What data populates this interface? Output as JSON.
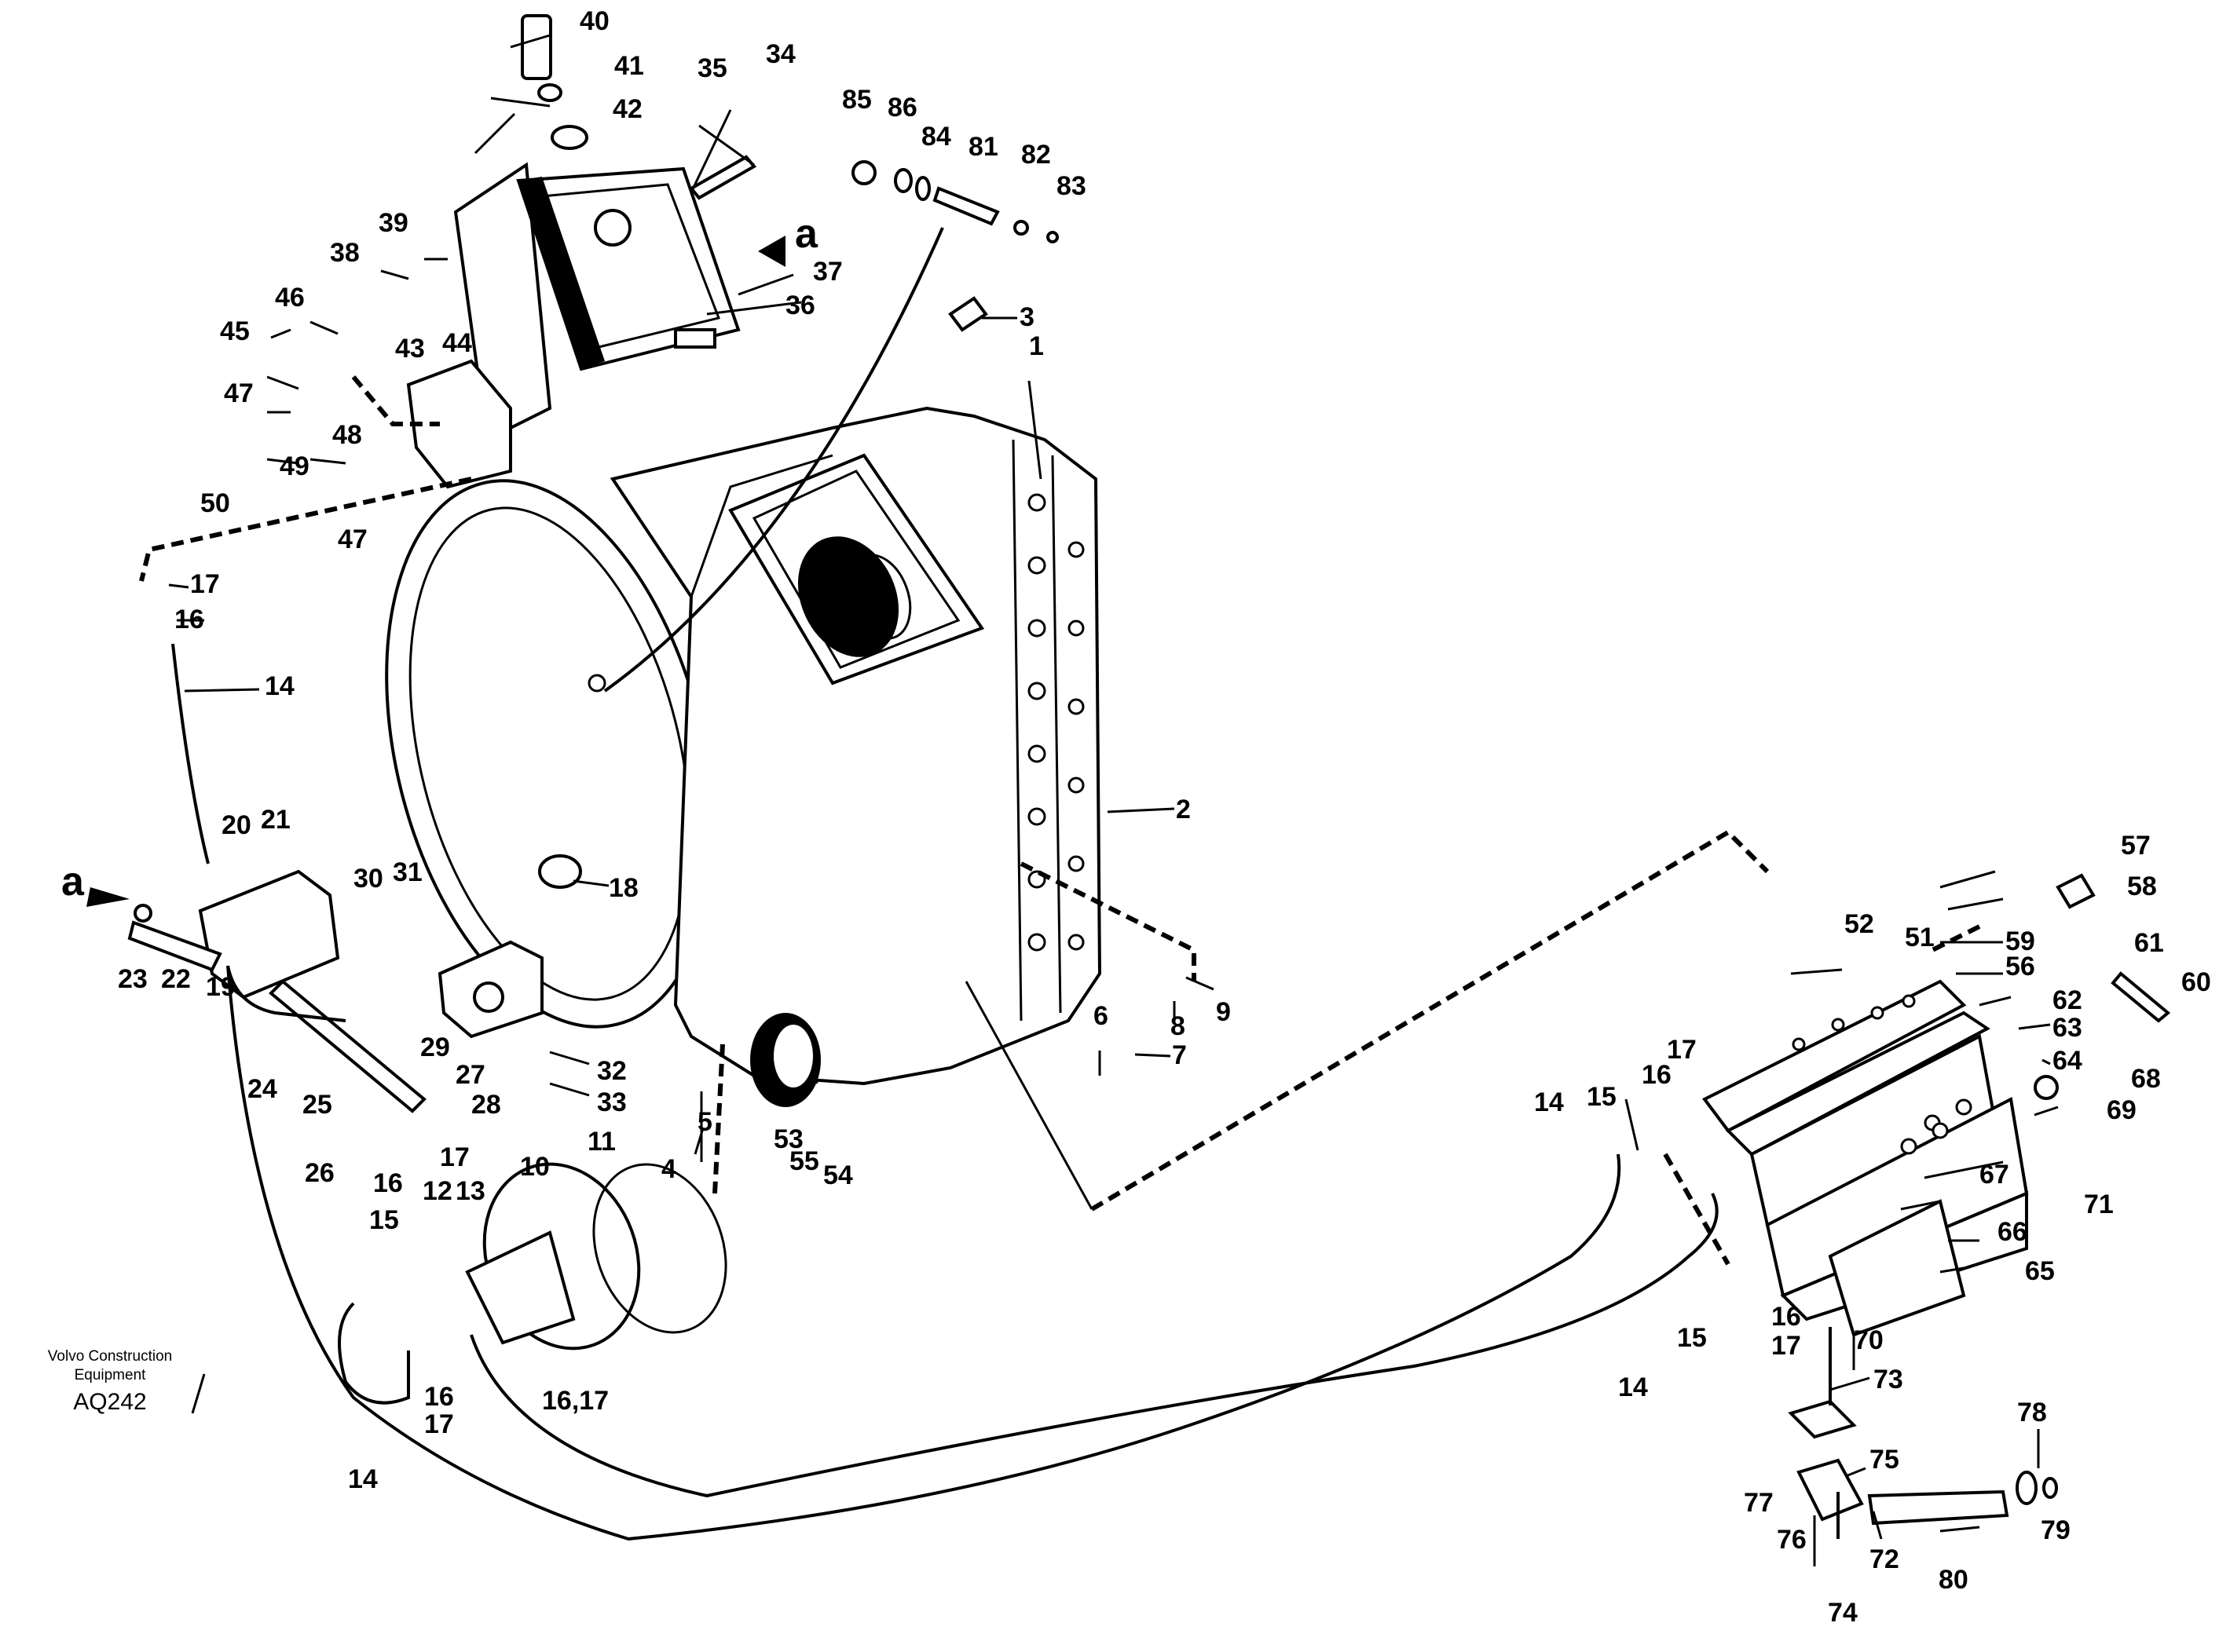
{
  "labels": {
    "l1": "1",
    "l2": "2",
    "l3": "3",
    "l4": "4",
    "l5": "5",
    "l6": "6",
    "l7": "7",
    "l8": "8",
    "l9": "9",
    "l10": "10",
    "l11": "11",
    "l12": "12",
    "l13": "13",
    "l14a": "14",
    "l14b": "14",
    "l14c": "14",
    "l14d": "14",
    "l15a": "15",
    "l15b": "15",
    "l15c": "15",
    "l16a": "16",
    "l16b": "16",
    "l16c": "16",
    "l16d": "16",
    "l16e": "16",
    "l16_17": "16,17",
    "l17a": "17",
    "l17b": "17",
    "l17c": "17",
    "l17d": "17",
    "l17e": "17",
    "l18": "18",
    "l19": "19",
    "l20": "20",
    "l21": "21",
    "l22": "22",
    "l23": "23",
    "l24": "24",
    "l25": "25",
    "l26": "26",
    "l27": "27",
    "l28": "28",
    "l29": "29",
    "l30": "30",
    "l31": "31",
    "l32": "32",
    "l33": "33",
    "l34": "34",
    "l35": "35",
    "l36": "36",
    "l37": "37",
    "l38": "38",
    "l39": "39",
    "l40": "40",
    "l41": "41",
    "l42": "42",
    "l43": "43",
    "l44": "44",
    "l45": "45",
    "l46": "46",
    "l47a": "47",
    "l47b": "47",
    "l48": "48",
    "l49": "49",
    "l50": "50",
    "l51": "51",
    "l52": "52",
    "l53": "53",
    "l54": "54",
    "l55": "55",
    "l56": "56",
    "l57": "57",
    "l58": "58",
    "l59": "59",
    "l60": "60",
    "l61": "61",
    "l62": "62",
    "l63": "63",
    "l64": "64",
    "l65": "65",
    "l66": "66",
    "l67": "67",
    "l68": "68",
    "l69": "69",
    "l70": "70",
    "l71": "71",
    "l72": "72",
    "l73": "73",
    "l74": "74",
    "l75": "75",
    "l76": "76",
    "l77": "77",
    "l78": "78",
    "l79": "79",
    "l80": "80",
    "l81": "81",
    "l82": "82",
    "l83": "83",
    "l84": "84",
    "l85": "85",
    "l86": "86"
  },
  "arrows": {
    "a_top": "a",
    "a_left": "a"
  },
  "credit": {
    "line1": "Volvo Construction",
    "line2": "Equipment",
    "code": "AQ242"
  }
}
